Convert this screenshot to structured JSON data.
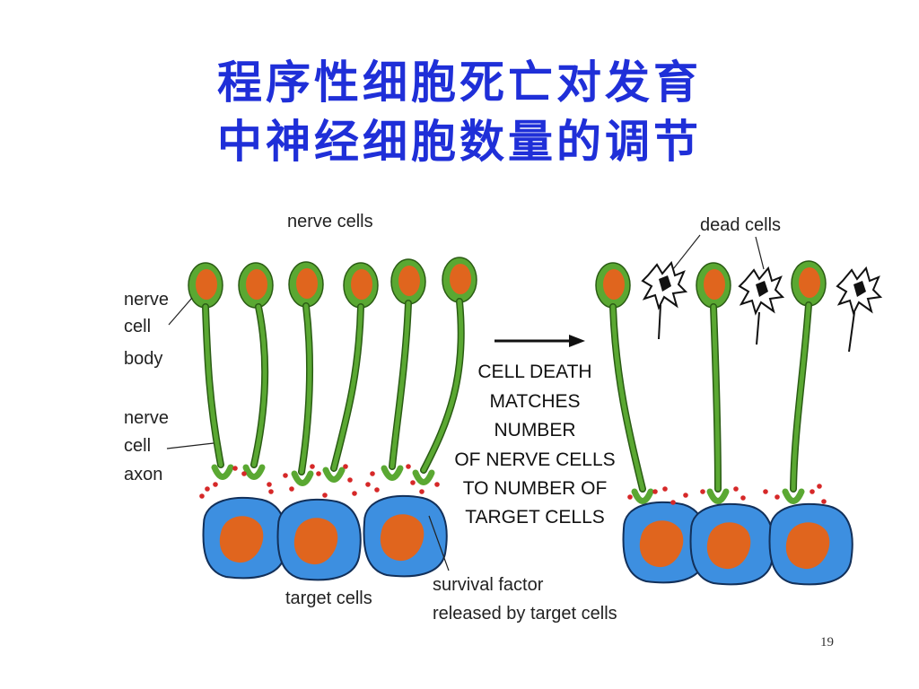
{
  "slide": {
    "title_line1": "程序性细胞死亡对发育",
    "title_line2": "中神经细胞数量的调节",
    "page_number": "19"
  },
  "diagram": {
    "labels": {
      "nerve_cells": "nerve cells",
      "nerve_cell_body": [
        "nerve",
        "cell",
        "body"
      ],
      "nerve_cell_axon": [
        "nerve",
        "cell",
        "axon"
      ],
      "target_cells": "target cells",
      "survival_factor": [
        "survival factor",
        "released by target cells"
      ],
      "dead_cells": "dead cells",
      "center_text": [
        "CELL DEATH",
        "MATCHES",
        "NUMBER",
        "OF NERVE CELLS",
        "TO NUMBER OF",
        "TARGET CELLS"
      ]
    },
    "colors": {
      "title": "#1f2fd8",
      "axon_green": "#5aa832",
      "nucleus_orange": "#e0651e",
      "target_blue": "#3d8fe0",
      "survival_factor_red": "#d62828"
    }
  }
}
